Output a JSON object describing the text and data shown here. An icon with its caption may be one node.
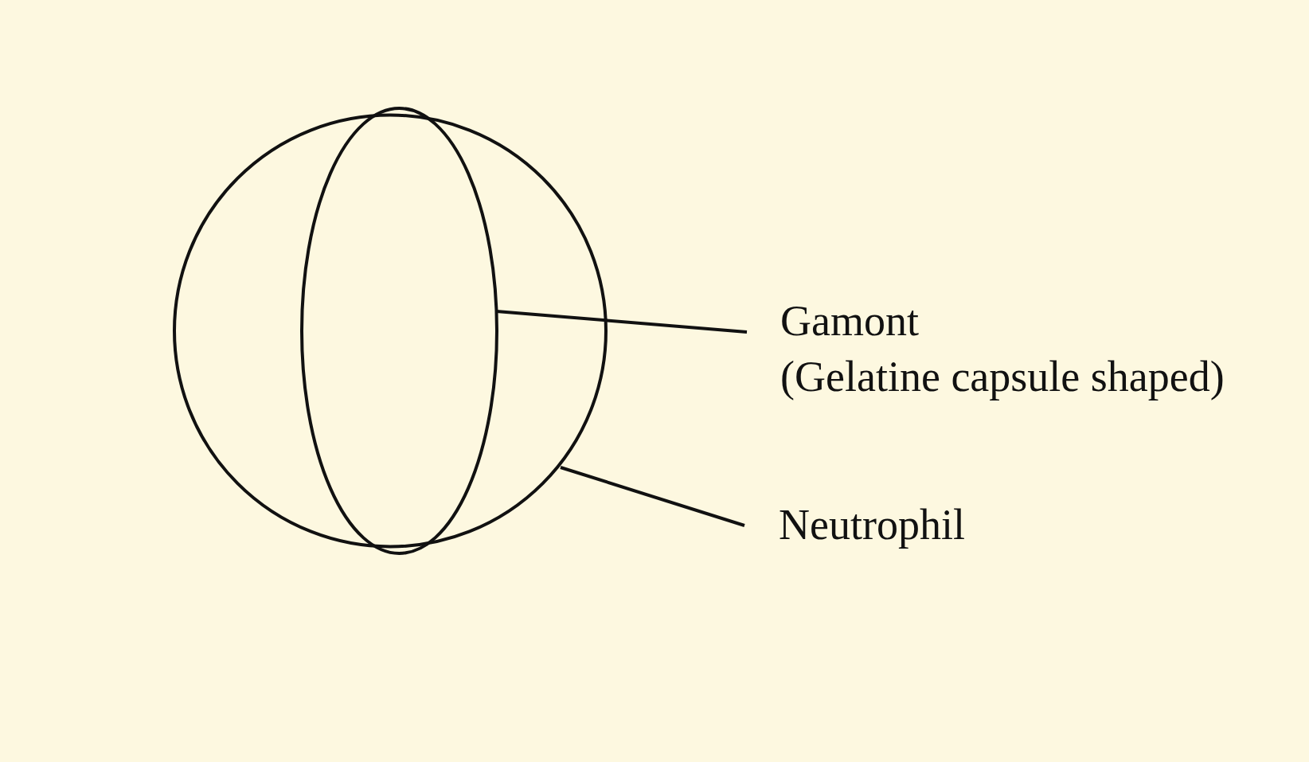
{
  "diagram": {
    "nodes": [
      {
        "text": [],
        "shape": "circle"
      },
      {
        "text": [],
        "shape": "ellipse",
        "in": 0
      },
      {
        "text": [
          "Gamont",
          "(Gelatine capsule shaped)"
        ]
      },
      {
        "text": [
          "Neutrophil"
        ]
      }
    ],
    "edges": [
      {
        "from": 2,
        "to": 1,
        "arrow": "none"
      },
      {
        "from": 3,
        "to": 0,
        "arrow": "none"
      }
    ]
  }
}
